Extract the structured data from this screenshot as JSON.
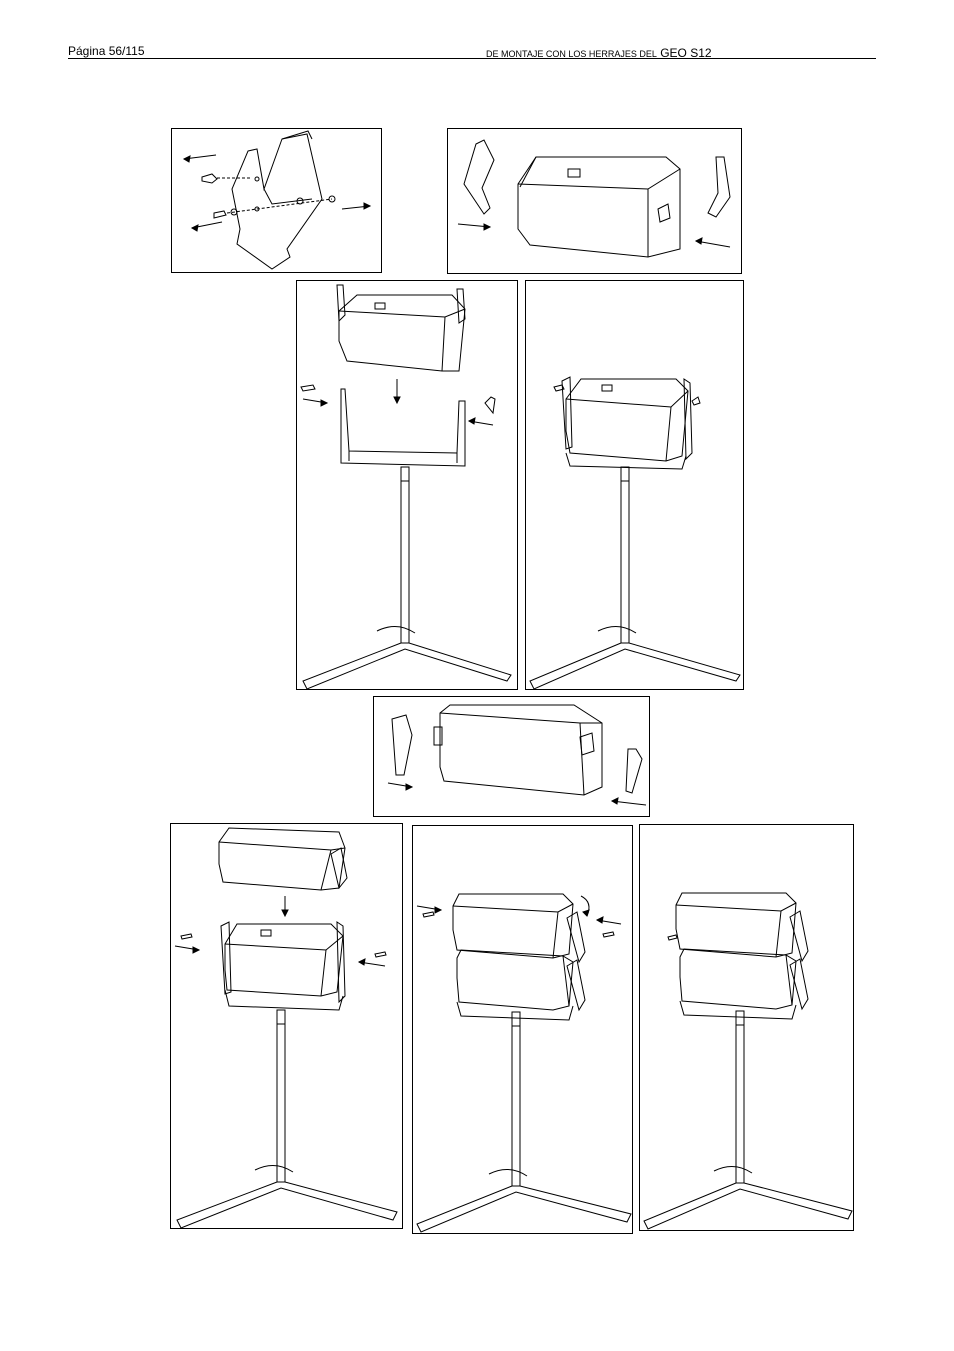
{
  "header": {
    "page_label": "Página 56/115",
    "title_prefix": "DE MONTAJE CON LOS HERRAJES DEL",
    "title_model": "GEO S12"
  },
  "figures": [
    {
      "name": "bracket-exploded"
    },
    {
      "name": "bracket-to-cabinet"
    },
    {
      "name": "cabinet-onto-stand-yoke"
    },
    {
      "name": "cabinet-mounted-on-stand"
    },
    {
      "name": "second-cabinet-brackets"
    },
    {
      "name": "stack-second-cabinet"
    },
    {
      "name": "pin-second-cabinet"
    },
    {
      "name": "two-cabinets-assembled"
    }
  ]
}
